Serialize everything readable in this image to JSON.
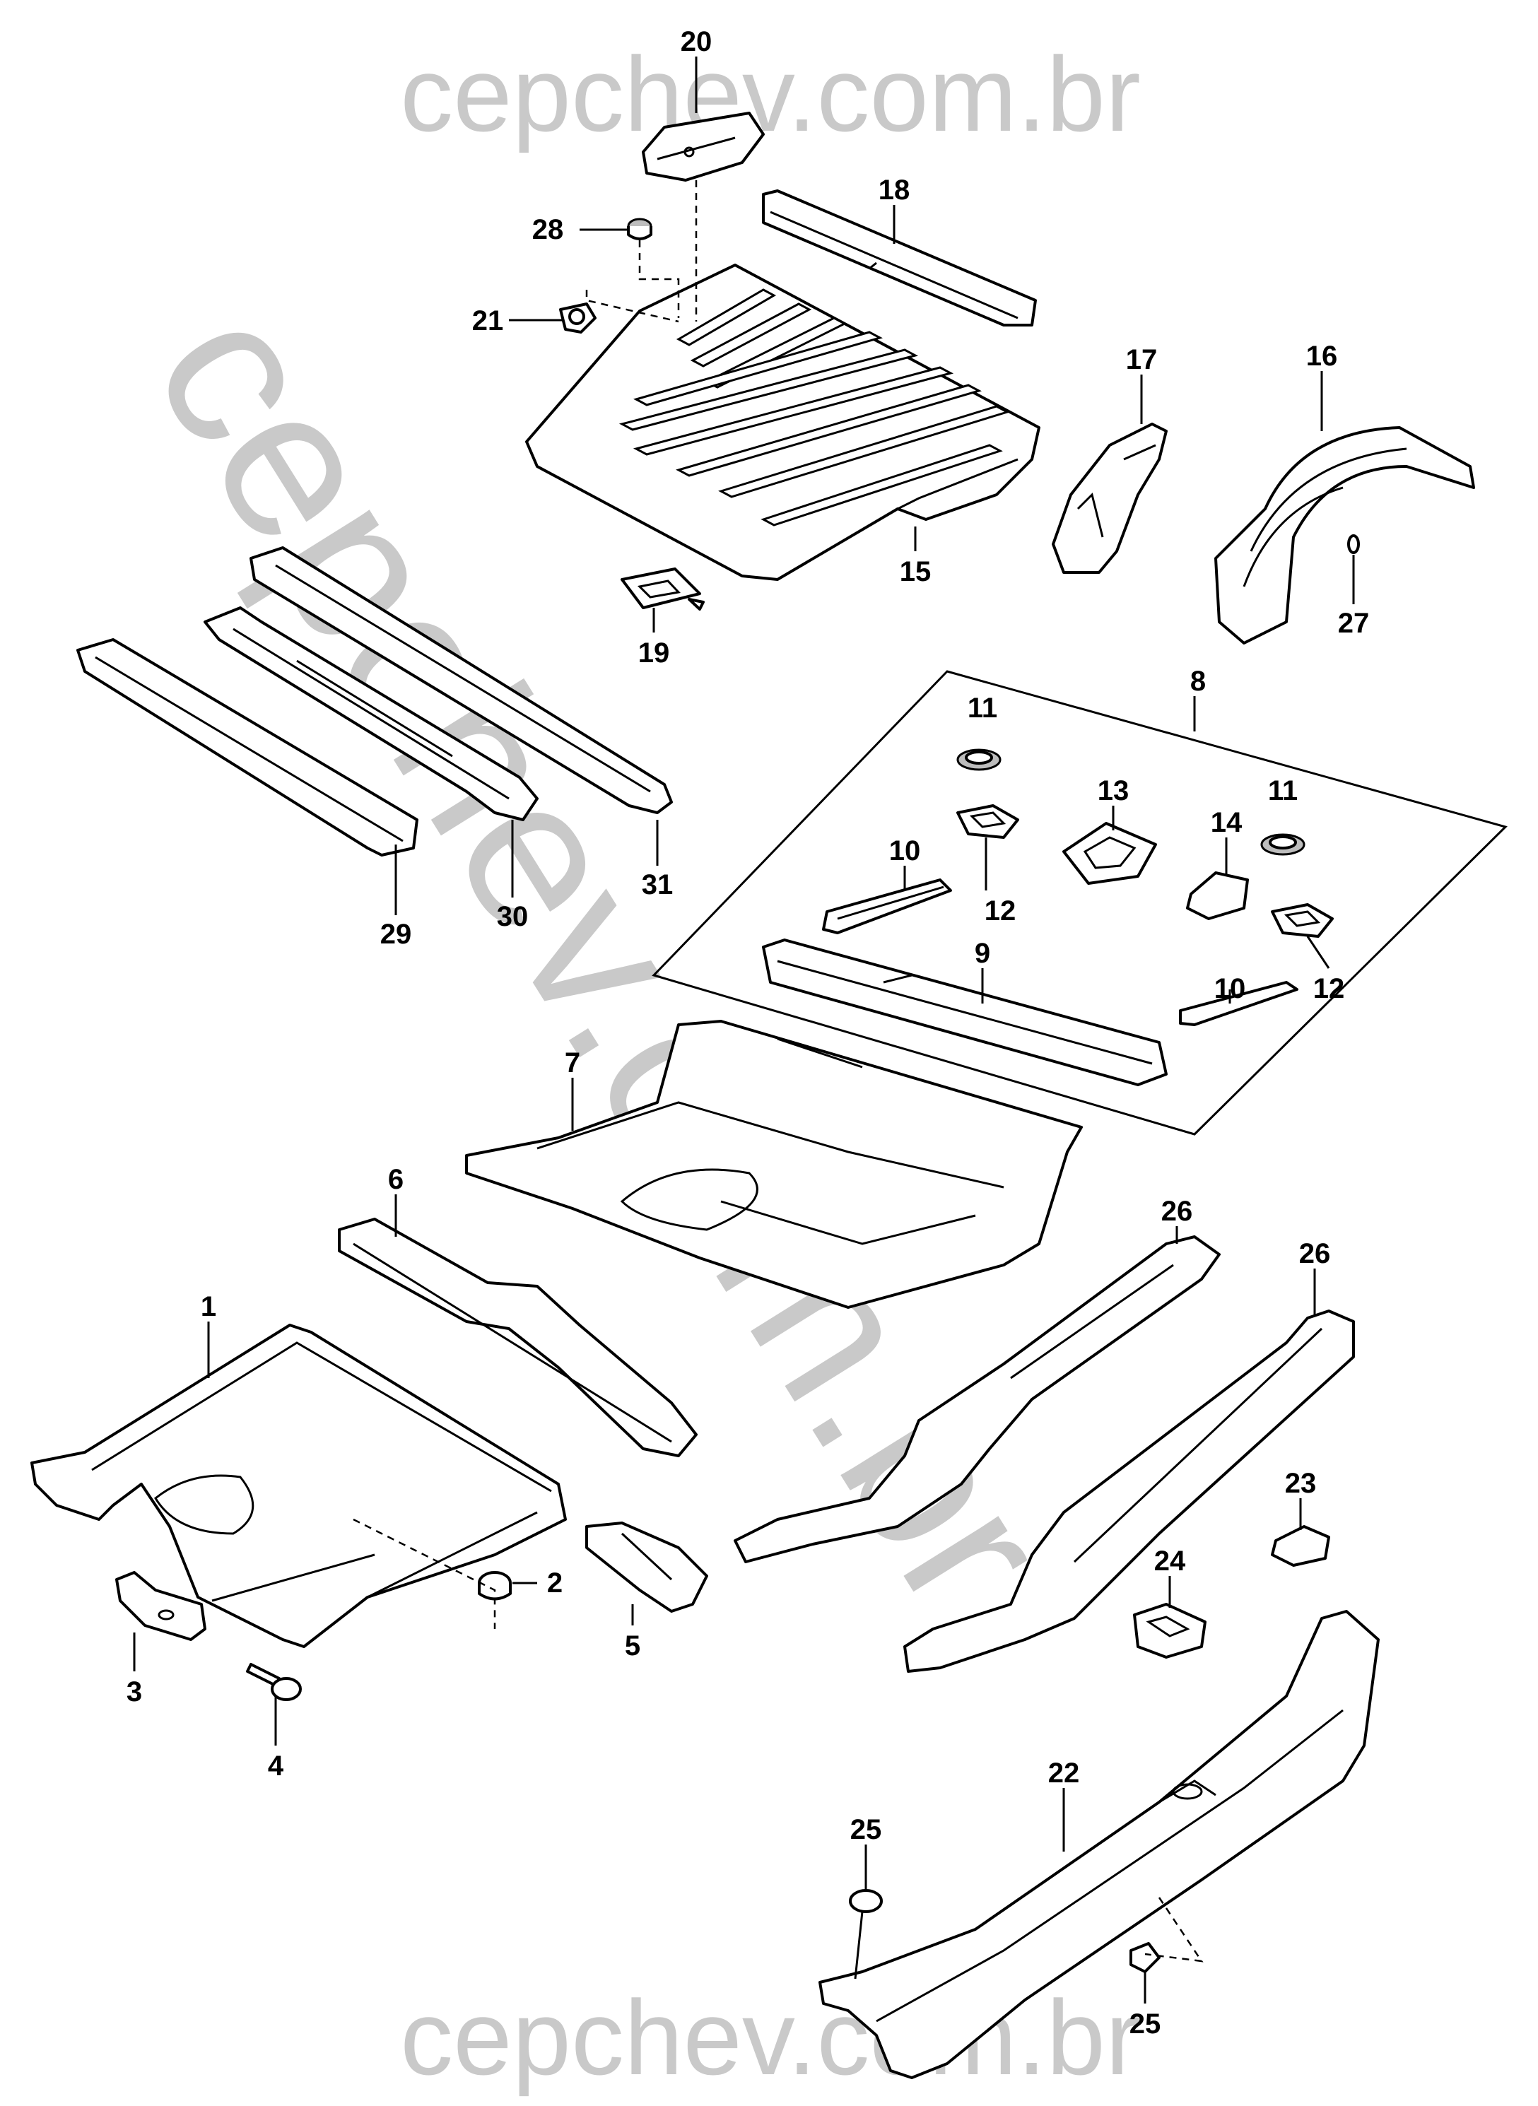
{
  "watermark": {
    "top": "cepchev.com.br",
    "bottom": "cepchev.com.br",
    "diagonal": "cepchev.com.br",
    "color": "#c9c9c9"
  },
  "callouts": {
    "c1": "1",
    "c2": "2",
    "c3": "3",
    "c4": "4",
    "c5": "5",
    "c6": "6",
    "c7": "7",
    "c8": "8",
    "c9": "9",
    "c10a": "10",
    "c10b": "10",
    "c11a": "11",
    "c11b": "11",
    "c12a": "12",
    "c12b": "12",
    "c13": "13",
    "c14": "14",
    "c15": "15",
    "c16": "16",
    "c17": "17",
    "c18": "18",
    "c19": "19",
    "c20": "20",
    "c21": "21",
    "c22": "22",
    "c23": "23",
    "c24": "24",
    "c25a": "25",
    "c25b": "25",
    "c26a": "26",
    "c26b": "26",
    "c27": "27",
    "c28": "28",
    "c29": "29",
    "c30": "30",
    "c31": "31"
  },
  "icons": {
    "bolt": "bolt-icon",
    "plug": "plug-icon",
    "grommet": "grommet-icon"
  }
}
